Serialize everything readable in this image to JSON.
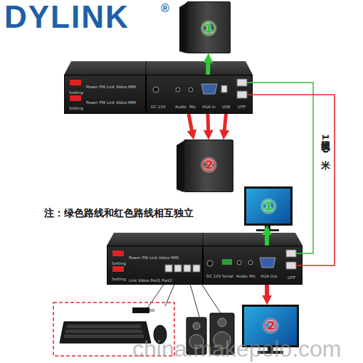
{
  "diagram": {
    "nodes": [
      {
        "text": [
          "①"
        ]
      },
      {
        "text": [
          "Setting",
          "Power PW Link Video MMI",
          "Setting",
          "Power PW Link Video MMI"
        ]
      },
      {
        "text": [
          "DC 12V",
          "Audio",
          "Mic",
          "VGA In",
          "USB",
          "UTP"
        ]
      },
      {
        "text": [
          "②"
        ]
      },
      {
        "text": [
          "①"
        ]
      },
      {
        "text": [
          "Setting",
          "Power PW Link Video MMI",
          "Setting",
          "Link Video Port1 Port2"
        ]
      },
      {
        "text": [
          "DC 12V",
          "Serial",
          "Audio",
          "Mic",
          "VGA Out",
          "UTP"
        ]
      },
      {
        "text": [
          "②"
        ]
      }
    ],
    "edges": [
      {
        "from": 2,
        "to": 0,
        "arrow": "to"
      },
      {
        "from": 2,
        "to": 3,
        "arrow": "to"
      },
      {
        "from": 2,
        "to": 3,
        "arrow": "to"
      },
      {
        "from": 2,
        "to": 3,
        "arrow": "to"
      },
      {
        "from": 2,
        "to": 6,
        "arrow": "none"
      },
      {
        "from": 2,
        "to": 6,
        "label": "网线150米",
        "arrow": "none"
      },
      {
        "from": 6,
        "to": 4,
        "arrow": "to"
      },
      {
        "from": 6,
        "to": 7,
        "arrow": "to"
      }
    ],
    "labels": [
      "DYLINK",
      "®",
      "注：绿色路线和红色路线相互独立",
      "china.makepolo.com"
    ]
  }
}
